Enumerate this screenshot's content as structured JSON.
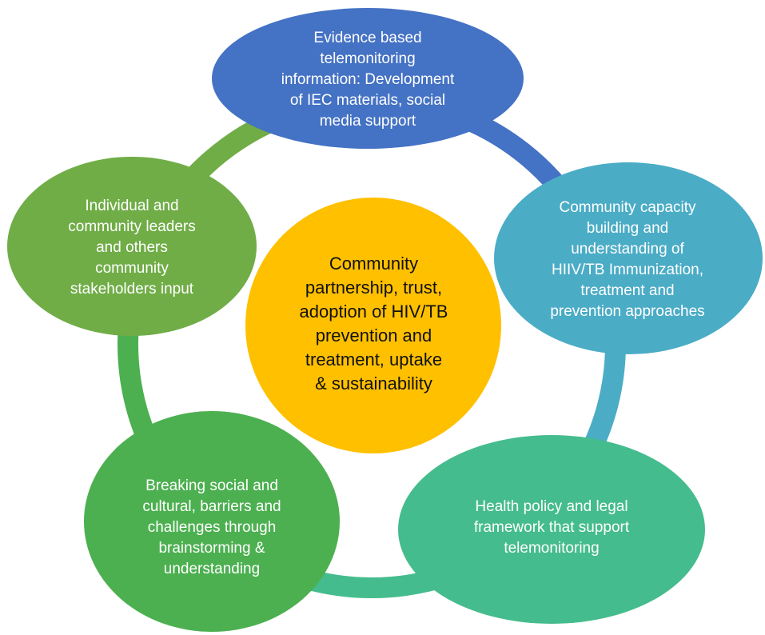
{
  "center": {
    "text": "Community\npartnership, trust,\nadoption of HIV/TB\nprevention and\ntreatment, uptake\n& sustainability",
    "color": "#FFC000"
  },
  "nodes": [
    {
      "id": "evidence",
      "text": "Evidence based\ntelemonitoring\ninformation: Development\nof IEC materials, social\nmedia support",
      "color": "#4472C4"
    },
    {
      "id": "capacity",
      "text": "Community capacity\nbuilding and\nunderstanding of\nHIIV/TB Immunization,\ntreatment and\nprevention approaches",
      "color": "#4BACC6"
    },
    {
      "id": "policy",
      "text": "Health  policy and legal\nframework that support\ntelemonitoring",
      "color": "#45BC8D"
    },
    {
      "id": "barriers",
      "text": "Breaking  social and\ncultural,  barriers  and\nchallenges through\nbrainstorming &\nunderstanding",
      "color": "#4CB050"
    },
    {
      "id": "leaders",
      "text": "Individual and\ncommunity leaders\nand  others\ncommunity\nstakeholders input",
      "color": "#70AD47"
    }
  ]
}
